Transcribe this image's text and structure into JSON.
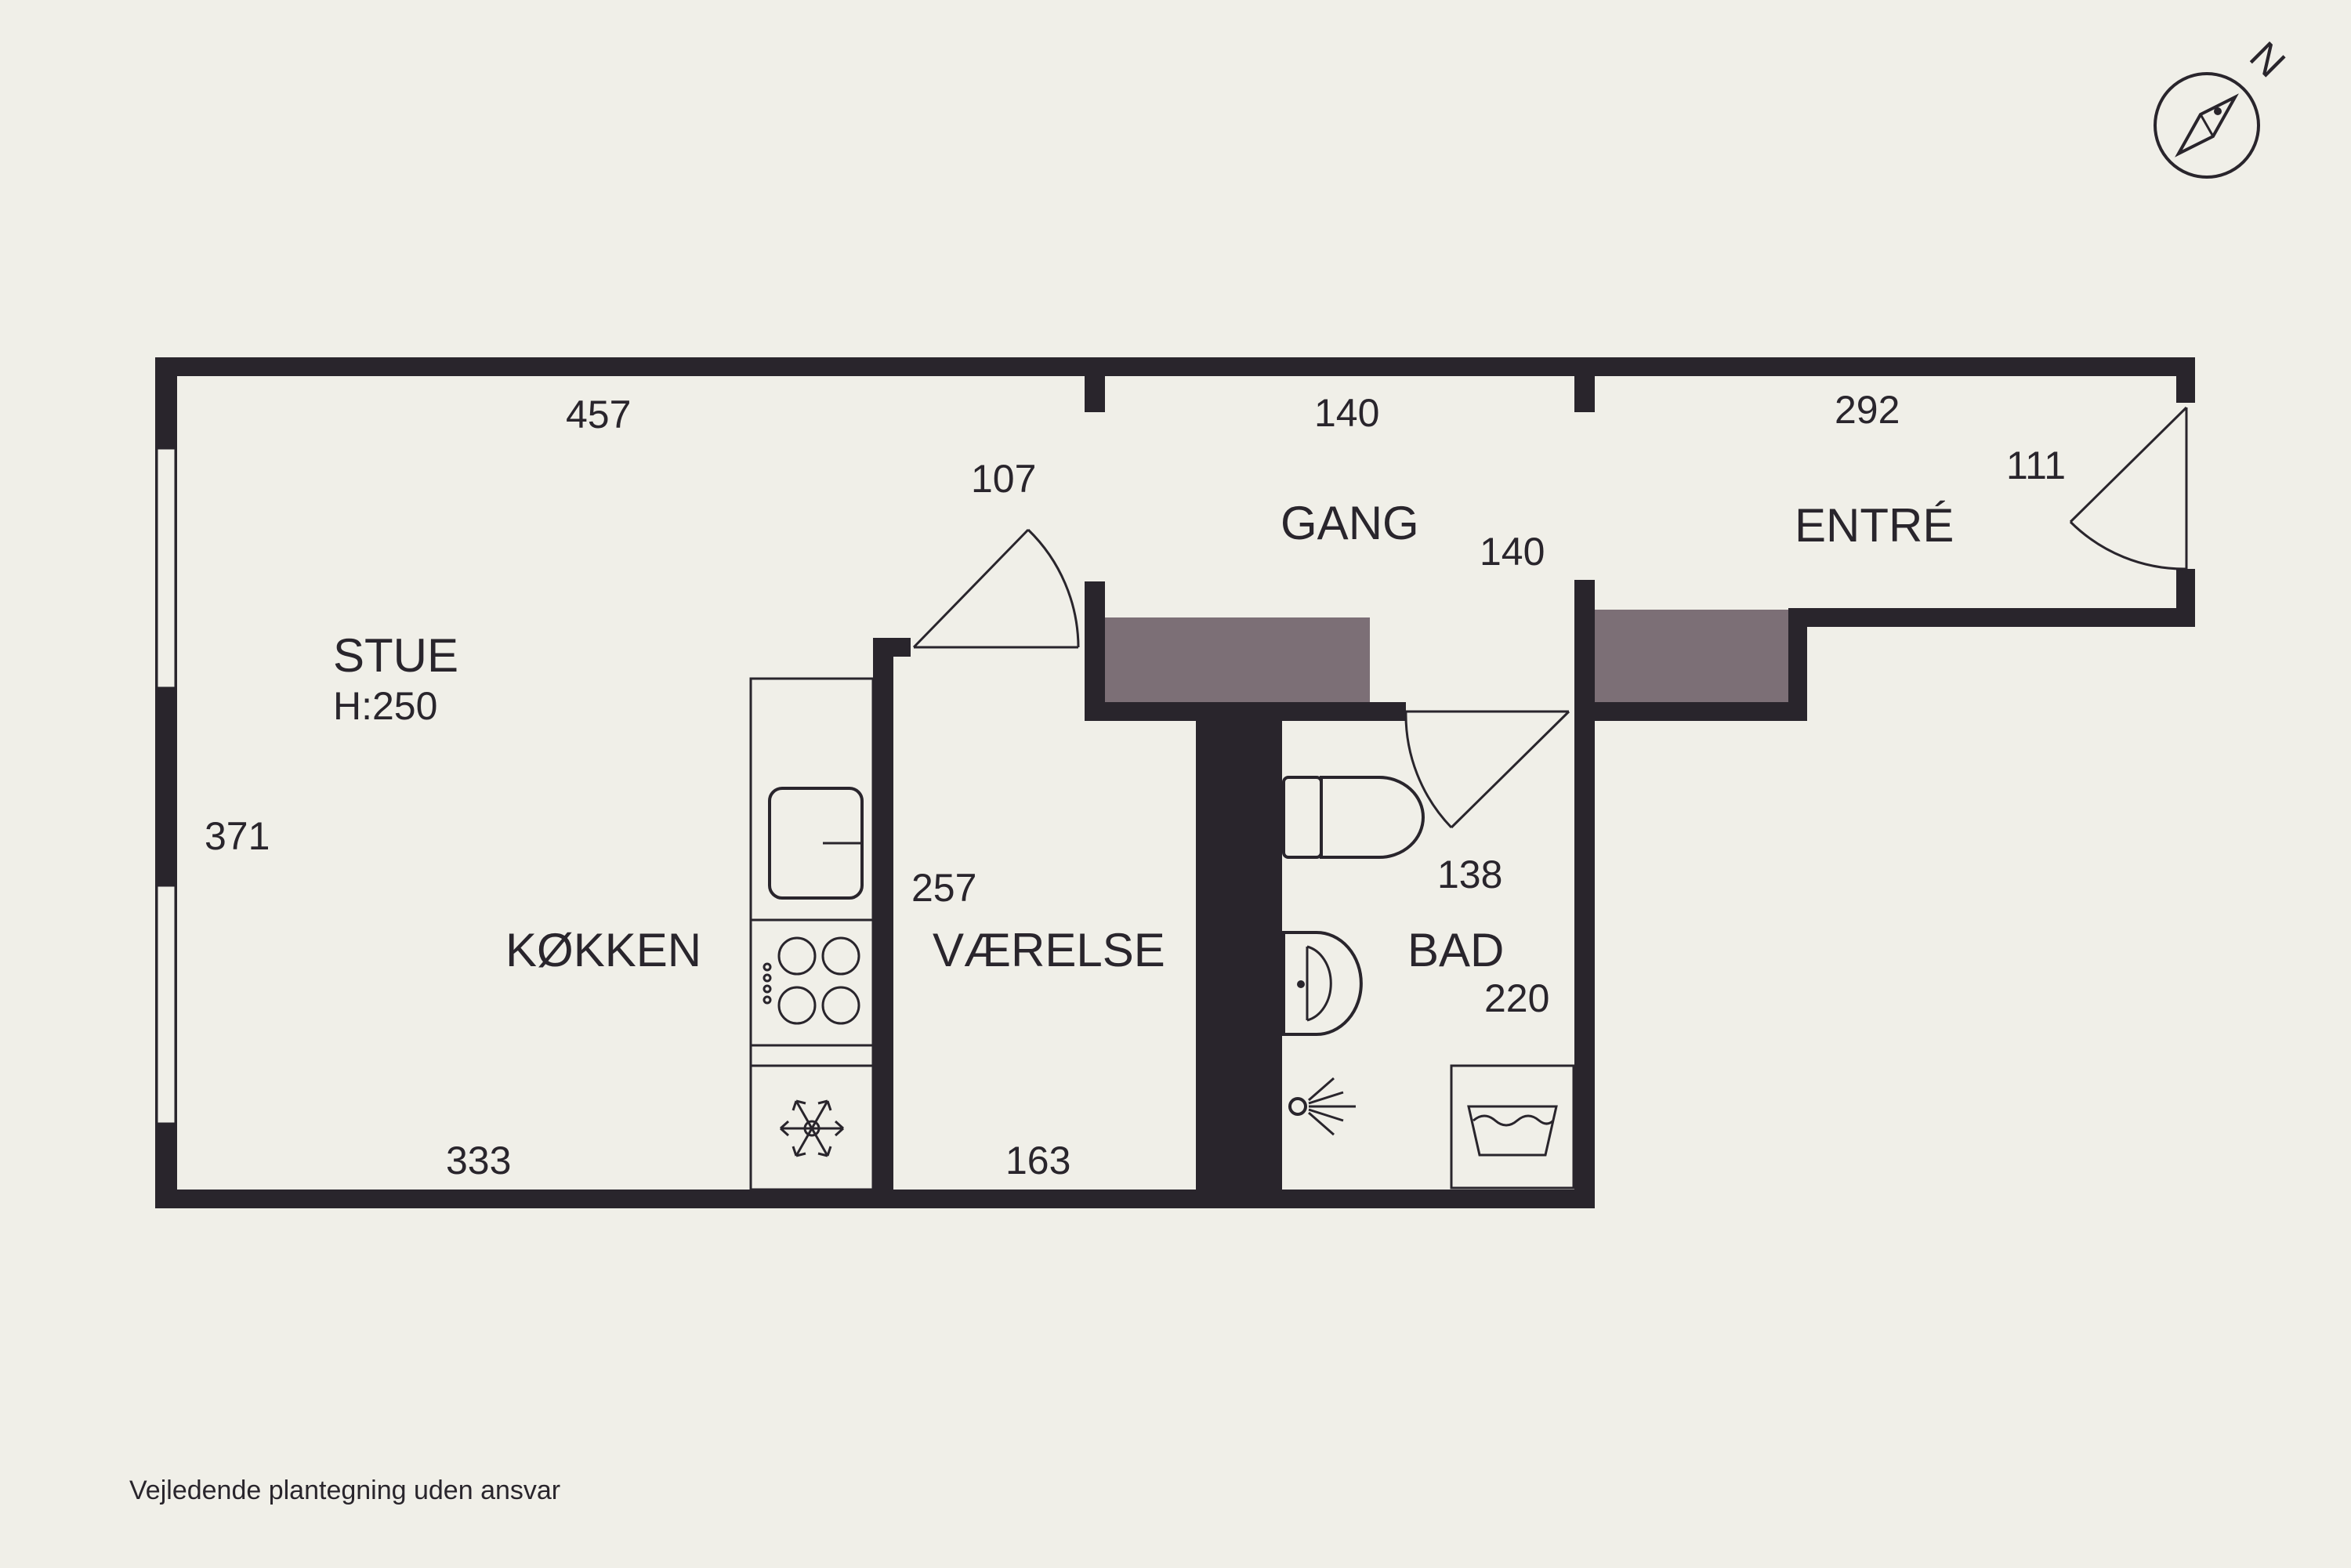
{
  "rooms": {
    "stue": "STUE",
    "stue_height": "H:250",
    "kokken": "KØKKEN",
    "vaerelse": "VÆRELSE",
    "gang": "GANG",
    "entre": "ENTRÉ",
    "bad": "BAD"
  },
  "dimensions": {
    "top_stue": "457",
    "top_gang": "140",
    "top_entre": "292",
    "door_stue": "107",
    "door_entre": "111",
    "gang_depth": "140",
    "stue_left": "371",
    "vaerelse_side": "257",
    "bad_door": "138",
    "bad_side": "220",
    "stue_bottom": "333",
    "vaerelse_bottom": "163"
  },
  "compass": {
    "north_letter": "N",
    "icon": "compass-icon"
  },
  "footer": {
    "disclaimer": "Vejledende plantegning uden ansvar"
  },
  "colors": {
    "background": "#f0efe8",
    "wall": "#29252c",
    "hatch": "#7c6f76"
  }
}
